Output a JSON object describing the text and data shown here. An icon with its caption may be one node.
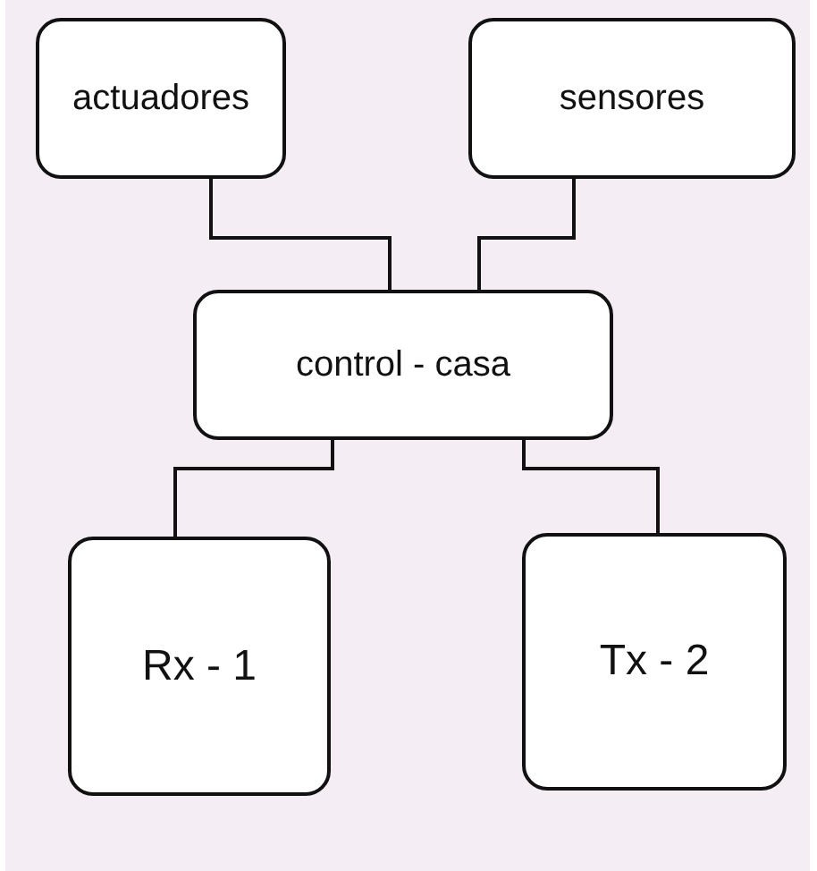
{
  "diagram": {
    "nodes": [
      {
        "text": [
          "actuadores"
        ]
      },
      {
        "text": [
          "sensores"
        ]
      },
      {
        "text": [
          "control - casa"
        ]
      },
      {
        "text": [
          "Rx - 1"
        ]
      },
      {
        "text": [
          "Tx - 2"
        ]
      }
    ],
    "edges": [
      {
        "from": 0,
        "to": 2,
        "arrow": "none"
      },
      {
        "from": 1,
        "to": 2,
        "arrow": "none"
      },
      {
        "from": 2,
        "to": 3,
        "arrow": "none"
      },
      {
        "from": 2,
        "to": 4,
        "arrow": "none"
      }
    ]
  }
}
